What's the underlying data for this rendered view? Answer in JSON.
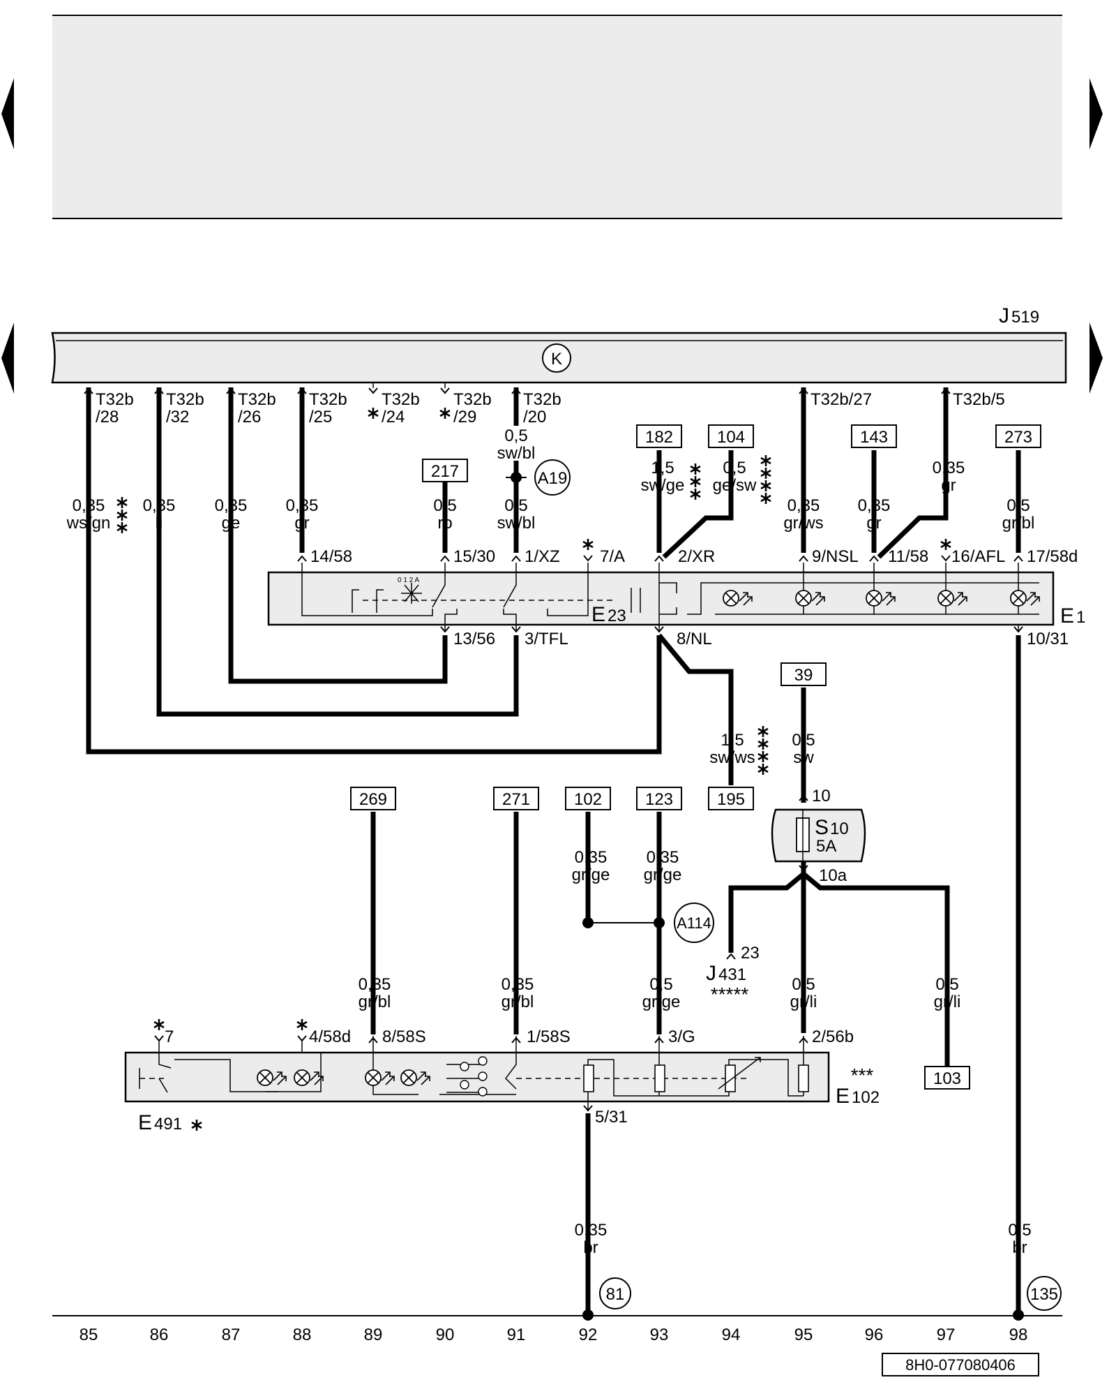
{
  "header": {},
  "bus": {
    "label": "J",
    "label_sub": "519",
    "symbol": "K",
    "pins": [
      "T32b\n/28",
      "T32b\n/32",
      "T32b\n/26",
      "T32b\n/25",
      "T32b\n/24",
      "T32b\n/29",
      "T32b\n/20",
      "T32b/27",
      "T32b/5"
    ]
  },
  "wires_top": {
    "w85": "0,35\nws/gn",
    "w86": "0,35\nli",
    "w87": "0,35\nge",
    "w88": "0,35\ngr",
    "w90": "0,5\nro",
    "w91a": "0,5\nsw/bl",
    "w91b": "0,5\nsw/bl",
    "w93": "1,5\nsw/ge",
    "w94": "0,5\nge/sw",
    "w95": "0,35\ngr/ws",
    "w96": "0,35\ngr",
    "w97": "0,35\ngr",
    "w98": "0,5\ngr/bl"
  },
  "refs": {
    "r217": "217",
    "r182": "182",
    "r104": "104",
    "r143": "143",
    "r273": "273",
    "r39": "39",
    "r195": "195",
    "r269": "269",
    "r271": "271",
    "r102": "102",
    "r123": "123",
    "r103": "103"
  },
  "circles": {
    "a19": "A19",
    "a114": "A114",
    "c81": "81",
    "c135": "135"
  },
  "e1": {
    "label": "E",
    "label_sub": "1",
    "e23": "E",
    "e23_sub": "23",
    "switch_marks": "0 1 2 A",
    "pins_top": [
      "14/58",
      "15/30",
      "1/XZ",
      "7/A",
      "2/XR",
      "9/NSL",
      "11/58",
      "16/AFL",
      "17/58d"
    ],
    "pins_bottom": [
      "13/56",
      "3/TFL",
      "8/NL",
      "10/31"
    ]
  },
  "fuse": {
    "label": "S",
    "label_sub": "10",
    "rating": "5A",
    "pin_in": "10",
    "pin_out": "10a"
  },
  "wires_mid": {
    "w94b": "1,5\nsw/ws",
    "w95a": "0,5\nsw",
    "w92a": "0,35\ngr/ge",
    "w93a": "0,35\ngr/ge",
    "w89": "0,35\ngr/bl",
    "w91": "0,35\ngr/bl",
    "w93b": "0,5\ngr/ge",
    "w95b": "0,5\ngr/li",
    "w97b": "0,5\ngr/li"
  },
  "j431": {
    "label": "J",
    "label_sub": "431",
    "pin": "23",
    "stars": "*****"
  },
  "e102": {
    "label": "E",
    "label_sub": "102",
    "stars": "***",
    "e491": "E",
    "e491_sub": "491",
    "pins_top": [
      "7",
      "4/58d",
      "8/58S",
      "1/58S",
      "3/G",
      "2/56b"
    ],
    "pin_bottom": "5/31"
  },
  "ground": {
    "w92": "0,35\nbr",
    "w98": "0,5\nbr"
  },
  "footer": {
    "columns": [
      "85",
      "86",
      "87",
      "88",
      "89",
      "90",
      "91",
      "92",
      "93",
      "94",
      "95",
      "96",
      "97",
      "98"
    ],
    "doc_id": "8H0-077080406"
  }
}
